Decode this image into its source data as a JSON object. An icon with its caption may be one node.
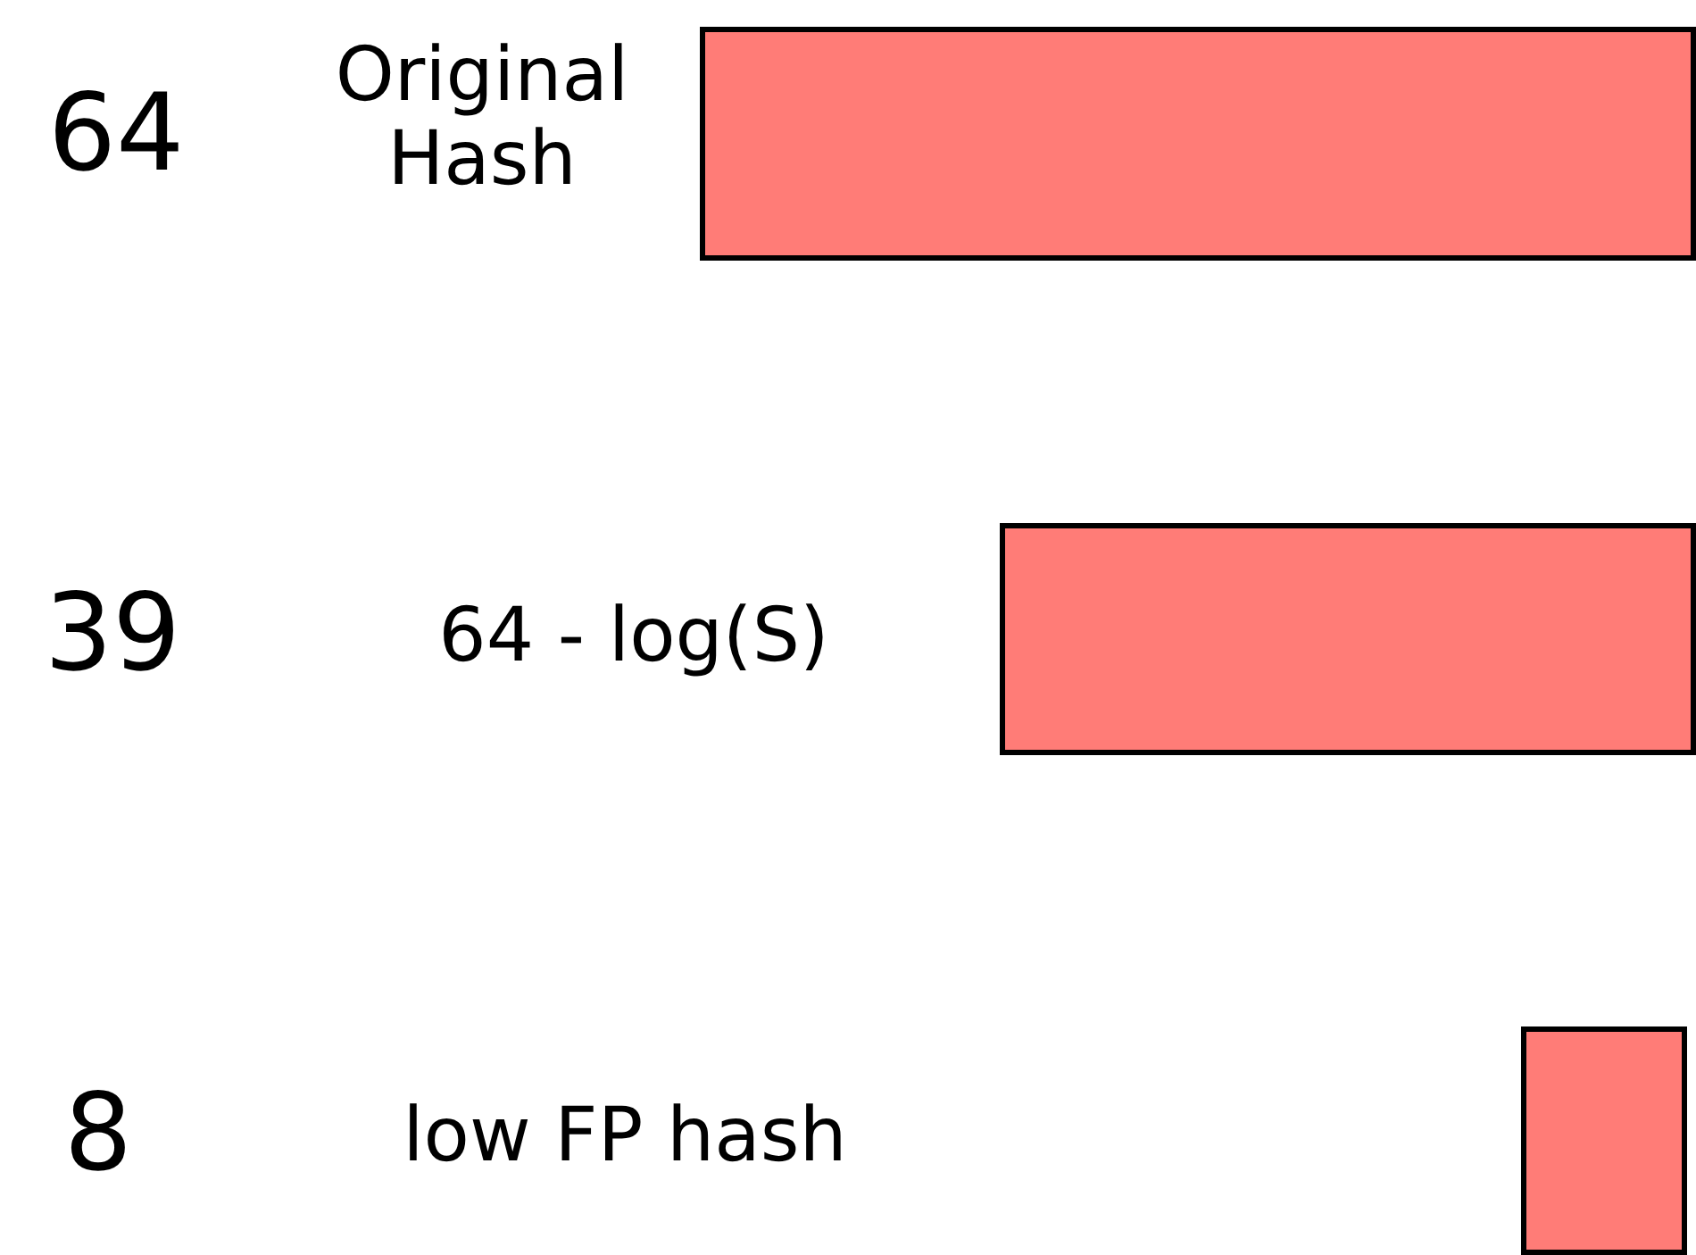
{
  "diagram": {
    "nodes": [
      {
        "text": [],
        "shape": "bar"
      },
      {
        "text": [],
        "shape": "bar"
      },
      {
        "text": [],
        "shape": "bar"
      }
    ],
    "labels": [
      "64",
      "Original Hash",
      "39",
      "64 - log(S)",
      "8",
      "low FP hash"
    ]
  }
}
